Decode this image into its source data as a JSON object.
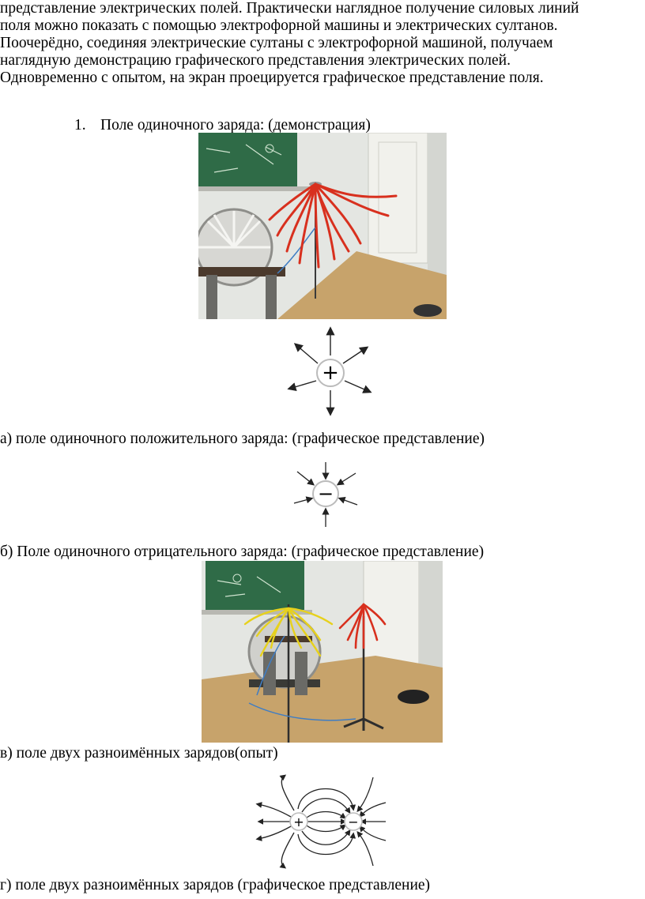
{
  "paragraph_lines": [
    "представление электрических полей. Практически наглядное получение силовых линий",
    "поля можно показать с помощью электрофорной машины и электрических султанов.",
    "Поочерёдно, соединяя электрические султаны с электрофорной машиной, получаем",
    "наглядную демонстрацию графического представления электрических полей.",
    "Одновременно с опытом, на экран проецируется графическое представление поля."
  ],
  "list_item": {
    "number": "1.",
    "text": "Поле одиночного заряда: (демонстрация)"
  },
  "captions": {
    "a": "а) поле одиночного положительного заряда: (графическое представление)",
    "b": "б) Поле одиночного отрицательного заряда: (графическое представление)",
    "v": "в) поле двух разноимённых зарядов(опыт)",
    "g": "г) поле двух разноимённых зарядов (графическое представление)"
  },
  "diagram_symbols": {
    "positive": "+",
    "negative": "−"
  },
  "colors": {
    "chalkboard": "#2f6b47",
    "wall": "#d9dcd6",
    "table": "#c7a36b",
    "sultan_red": "#d8301e",
    "sultan_yellow": "#e7d11c"
  }
}
